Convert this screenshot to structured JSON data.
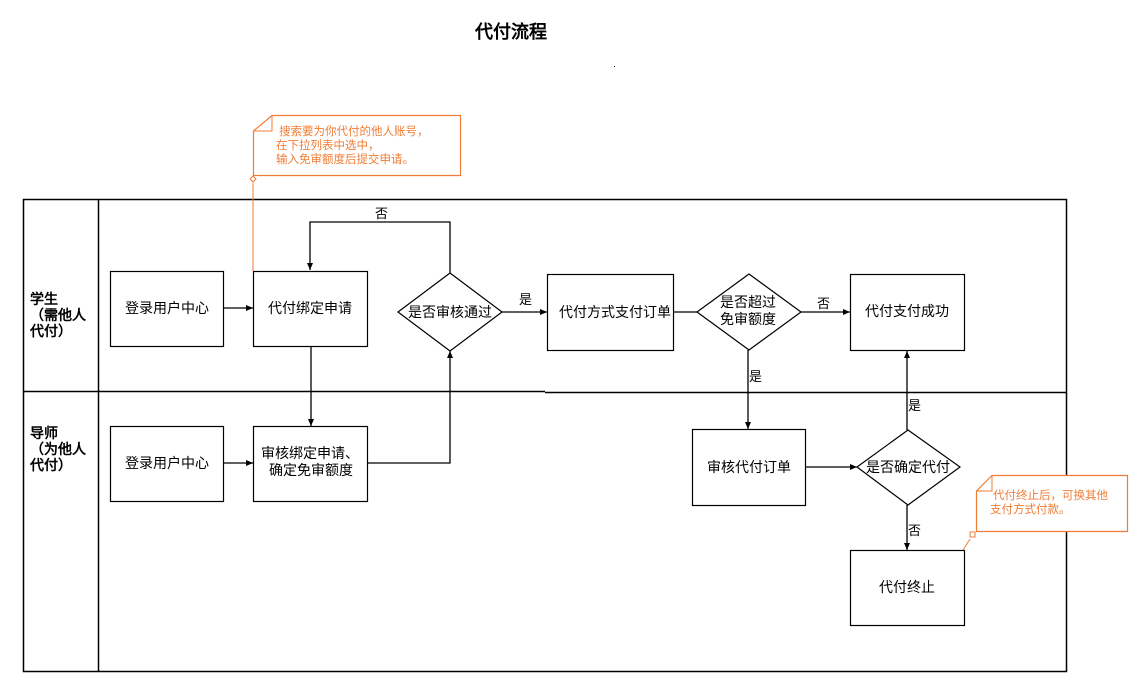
{
  "title": "代付流程",
  "lanes": [
    {
      "id": "student",
      "label_lines": [
        "学生",
        "（需他人",
        "代付）"
      ]
    },
    {
      "id": "mentor",
      "label_lines": [
        "导师",
        "（为他人",
        "代付）"
      ]
    }
  ],
  "nodes": {
    "student_login": {
      "type": "process",
      "lines": [
        "登录用户中心"
      ]
    },
    "bind_apply": {
      "type": "process",
      "lines": [
        "代付绑定申请"
      ]
    },
    "review_passed": {
      "type": "decision",
      "lines": [
        "是否审核通过"
      ]
    },
    "pay_order": {
      "type": "process",
      "lines": [
        "代付方式支付订单"
      ]
    },
    "exceed_limit": {
      "type": "decision",
      "lines": [
        "是否超过",
        "免审额度"
      ]
    },
    "pay_success": {
      "type": "process",
      "lines": [
        "代付支付成功"
      ]
    },
    "mentor_login": {
      "type": "process",
      "lines": [
        "登录用户中心"
      ]
    },
    "review_bind": {
      "type": "process",
      "lines": [
        "审核绑定申请、",
        "确定免审额度"
      ]
    },
    "review_order": {
      "type": "process",
      "lines": [
        "审核代付订单"
      ]
    },
    "confirm_pay": {
      "type": "decision",
      "lines": [
        "是否确定代付"
      ]
    },
    "pay_terminated": {
      "type": "process",
      "lines": [
        "代付终止"
      ]
    }
  },
  "edges": {
    "review_no": "否",
    "review_yes": "是",
    "exceed_no": "否",
    "exceed_yes": "是",
    "confirm_yes": "是",
    "confirm_no": "否"
  },
  "notes": {
    "bind_note": [
      "搜索要为你代付的他人账号，",
      "在下拉列表中选中，",
      "输入免审额度后提交申请。"
    ],
    "terminate_note": [
      "代付终止后，可换其他",
      "支付方式付款。"
    ]
  },
  "colors": {
    "note": "#f07d36",
    "line": "#000000"
  }
}
